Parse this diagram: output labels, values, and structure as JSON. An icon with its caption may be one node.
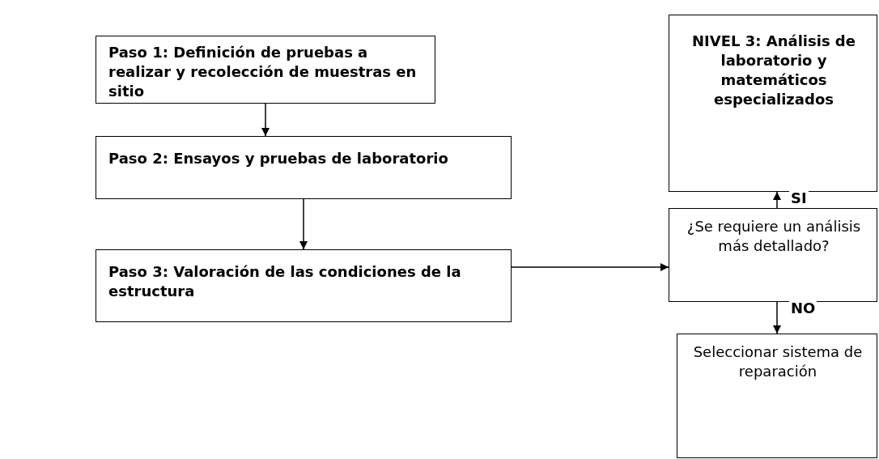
{
  "diagram": {
    "nodes": [
      {
        "text": [
          "Paso 1: Definición de pruebas a realizar y recolección de muestras en sitio"
        ]
      },
      {
        "text": [
          "Paso 2: Ensayos y pruebas de laboratorio"
        ]
      },
      {
        "text": [
          "Paso 3: Valoración de las condiciones de la estructura"
        ]
      },
      {
        "text": [
          "NIVEL 3: Análisis de laboratorio y matemáticos especializados"
        ]
      },
      {
        "text": [
          "¿Se requiere un análisis más detallado?"
        ]
      },
      {
        "text": [
          "Seleccionar sistema de reparación"
        ]
      }
    ],
    "edges": [
      {
        "from": 0,
        "to": 1,
        "arrow": "to"
      },
      {
        "from": 1,
        "to": 2,
        "arrow": "to"
      },
      {
        "from": 2,
        "to": 4,
        "arrow": "to"
      },
      {
        "from": 4,
        "to": 3,
        "arrow": "to",
        "label": "SI"
      },
      {
        "from": 4,
        "to": 5,
        "arrow": "to",
        "label": "NO"
      }
    ]
  }
}
